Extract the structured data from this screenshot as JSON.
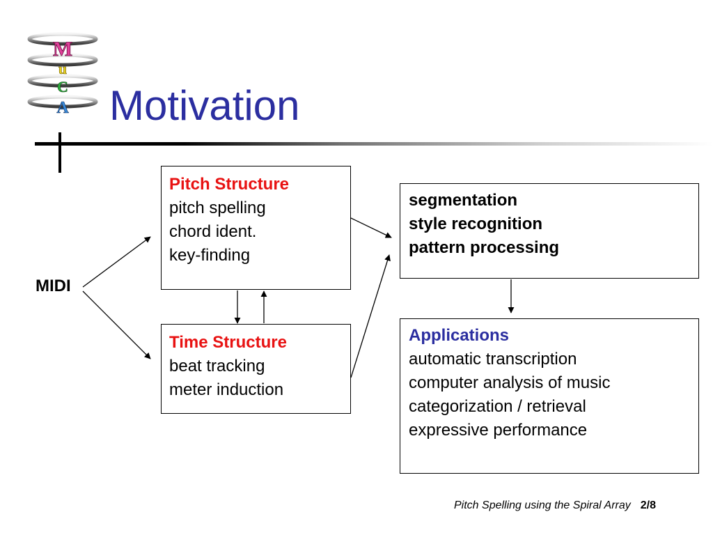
{
  "slide": {
    "title": "Motivation",
    "logo_letters": [
      "M",
      "u",
      "C",
      "A"
    ]
  },
  "diagram": {
    "input_label": "MIDI",
    "pitch_structure": {
      "heading": "Pitch Structure",
      "items": [
        "pitch spelling",
        "chord ident.",
        "key-finding"
      ]
    },
    "time_structure": {
      "heading": "Time Structure",
      "items": [
        "beat tracking",
        "meter induction"
      ]
    },
    "analysis": {
      "items": [
        "segmentation",
        "style recognition",
        "pattern processing"
      ]
    },
    "applications": {
      "heading": "Applications",
      "items": [
        "automatic transcription",
        "computer analysis of music",
        "categorization / retrieval",
        "expressive performance"
      ]
    }
  },
  "footer": {
    "title": "Pitch Spelling using the Spiral Array",
    "page": "2/8"
  },
  "colors": {
    "title": "#2b2ea0",
    "heading_red": "#e81212",
    "heading_blue": "#2b2ea0"
  }
}
